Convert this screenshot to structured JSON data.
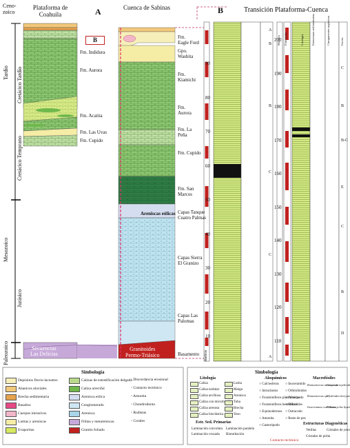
{
  "header": {
    "era_top": "Ceno-\nzoico",
    "col_a_title": "Plataforma de Coahuila",
    "col_a_letter": "A",
    "col_b_title": "Cuenca de Sabinas",
    "col_b_letter": "B",
    "panel_b_title": "Transición Plataforma-Cuenca",
    "box_label": "B"
  },
  "eras": {
    "mesozoico": "Mesozoico",
    "paleozoico": "Paleozoico",
    "cretacico_tardio": "Cretácico Tardío",
    "cretacico_temprano": "Cretácico Temprano",
    "jurasico": "Jurásico",
    "tardio": "Tardío"
  },
  "formations_a": {
    "indidura": "Fm. Indidura",
    "aurora": "Fm. Aurora",
    "acatita": "Fm. Acatita",
    "las_uvas": "Fm. Las Uvas",
    "cupido": "Fm. Cupido",
    "secuencias": "Secuencias\nLas Delicias"
  },
  "formations_b": {
    "eagle_ford": "Fm.\nEagle Ford",
    "washita": "Gpo.\nWashita",
    "kiamichi": "Fm.\nKiamichi",
    "aurora": "Fm.\nAurora",
    "la_pena": "Fm. La\nPeña",
    "cupido": "Fm. Cupido",
    "san_marcos": "Fm. San\nMarcos",
    "tanque": "Capas Tanque\nCuatro Palmas",
    "sierra": "Capas Sierra\nEl Granizo",
    "las_palomas": "Capas Las\nPalomas",
    "basamento": "Basamento",
    "granitoides": "Granitoides\nPermo-Triásico",
    "areniscas": "Areniscas eólicas"
  },
  "scale_left": [
    "90",
    "80",
    "70",
    "60",
    "50",
    "40",
    "30",
    "20",
    "10"
  ],
  "scale_left_unit": "metros",
  "scale_right": [
    "200",
    "190",
    "180",
    "170",
    "160",
    "150",
    "140",
    "130",
    "120",
    "110"
  ],
  "col_heads_right": [
    "Muestra",
    "Formación",
    "Litología",
    "Estructuras sedimentarias",
    "Componentes orgánicos",
    "Facies"
  ],
  "legend": {
    "title": "Simbología",
    "items": [
      {
        "label": "Depósitos fluvio-lacustres",
        "color": "#f6efb9"
      },
      {
        "label": "Abanicos aluviales",
        "color": "#f2c87a"
      },
      {
        "label": "Brecha sedimentaria",
        "color": "#e6a24c"
      },
      {
        "label": "Basaltos",
        "color": "#e74a86"
      },
      {
        "label": "Cuerpos intrusivos",
        "color": "#f3b6c9"
      },
      {
        "label": "Lutitas y areniscas",
        "color": "#f5eda6"
      },
      {
        "label": "Evaporitas",
        "color": "#d7e95e"
      },
      {
        "label": "Calizas de estratificación delgada",
        "color": "#b9d98d"
      },
      {
        "label": "Caliza arrecifal",
        "color": "#6fb84c"
      },
      {
        "label": "Arenisca eólica",
        "color": "#d5def0"
      },
      {
        "label": "Conglomerado",
        "color": "#cfe7f2"
      },
      {
        "label": "Arenisca",
        "color": "#a9d6ea"
      },
      {
        "label": "Filitas y metareniscas",
        "color": "#c7a9d9"
      },
      {
        "label": "Granito foliado",
        "color": "#c0211f"
      }
    ],
    "symbols": [
      "Discordancia erosional",
      "Contacto tectónico",
      "Amonita",
      "Chondrodonta",
      "Rudistas",
      "Corales"
    ]
  },
  "legend_b": {
    "title": "Simbología",
    "lito_title": "Litología",
    "lito": [
      "Caliza",
      "Caliza nodular",
      "Caliza arcillosa",
      "Caliza con microbrecha",
      "Caliza arenosa",
      "Caliza bioclástica",
      "Lutita",
      "Marga",
      "Arenisca",
      "Toba",
      "Brecha",
      "Yeso"
    ],
    "estr_title": "Estr. Sed. Primarias",
    "estr": [
      "Laminación convoluta",
      "Laminación paralela",
      "Laminación cruzada",
      "Bioturbación"
    ],
    "alo_title": "Aloquímicos",
    "alo": [
      "Calciesferas",
      "Intraclastos",
      "Foraminíferos planctónicos",
      "Foraminíferos bentónicos",
      "Equinodermos",
      "Amonita",
      "Gasterópodo",
      "Inoceramido",
      "Orbitolinidos",
      "Pelecípodo",
      "Miliolidos",
      "Ostracodo",
      "Resto de pez"
    ],
    "macro_title": "Macrofósiles",
    "macro": [
      "Romaniceras mexicanum",
      "Romaniceras sp.",
      "Inoceramus costellatus",
      "Grupo de mytiloides mytiloides",
      "Mytiloides hercynicus",
      "Prionocyclus hyatti"
    ],
    "diag_title": "Estructuras Diagenéticas",
    "diag": [
      "Vetillas",
      "Cristales de yeso",
      "Cristales de pirita"
    ],
    "contact": "Contacto tectónico"
  },
  "facies_letters": [
    "C",
    "B",
    "B-C",
    "E",
    "C",
    "B",
    "D"
  ],
  "left_facies": [
    "A",
    "C",
    "C",
    "B",
    "B",
    "A"
  ]
}
